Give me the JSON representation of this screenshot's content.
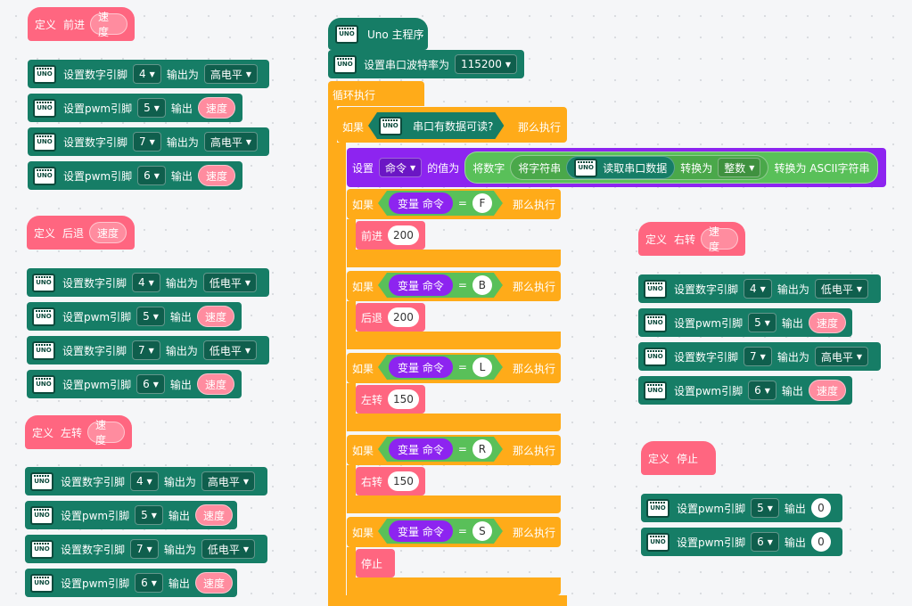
{
  "labels": {
    "define": "定义",
    "set_digital": "设置数字引脚",
    "output_as": "输出为",
    "set_pwm": "设置pwm引脚",
    "output": "输出",
    "param_speed": "速度",
    "high": "高电平",
    "low": "低电平",
    "if": "如果",
    "then": "那么执行",
    "variable": "变量",
    "equals": "="
  },
  "funcs": {
    "forward": "前进",
    "backward": "后退",
    "left": "左转",
    "right": "右转",
    "stop": "停止"
  },
  "pins": {
    "p4": "4",
    "p5": "5",
    "p6": "6",
    "p7": "7"
  },
  "main": {
    "title": "Uno 主程序",
    "set_baud": "设置串口波特率为",
    "baud": "115200",
    "loop": "循环执行",
    "serial_available": "串口有数据可读?",
    "set": "设置",
    "var_name": "命令",
    "value_to": "的值为",
    "convert_num": "将数字",
    "convert_str": "将字符串",
    "read_serial": "读取串口数据",
    "convert_to": "转换为",
    "int_type": "整数",
    "to_ascii": "转换为 ASCII字符串"
  },
  "cases": [
    {
      "letter": "F",
      "call": "前进",
      "arg": "200"
    },
    {
      "letter": "B",
      "call": "后退",
      "arg": "200"
    },
    {
      "letter": "L",
      "call": "左转",
      "arg": "150"
    },
    {
      "letter": "R",
      "call": "右转",
      "arg": "150"
    },
    {
      "letter": "S",
      "call": "停止",
      "arg": ""
    }
  ],
  "stop_value": "0",
  "colors": {
    "motion_pink": "#ff6680",
    "arduino_green": "#167d66",
    "control_orange": "#ffab19",
    "variable_purple": "#8d24f0",
    "operator_green": "#59c059"
  }
}
